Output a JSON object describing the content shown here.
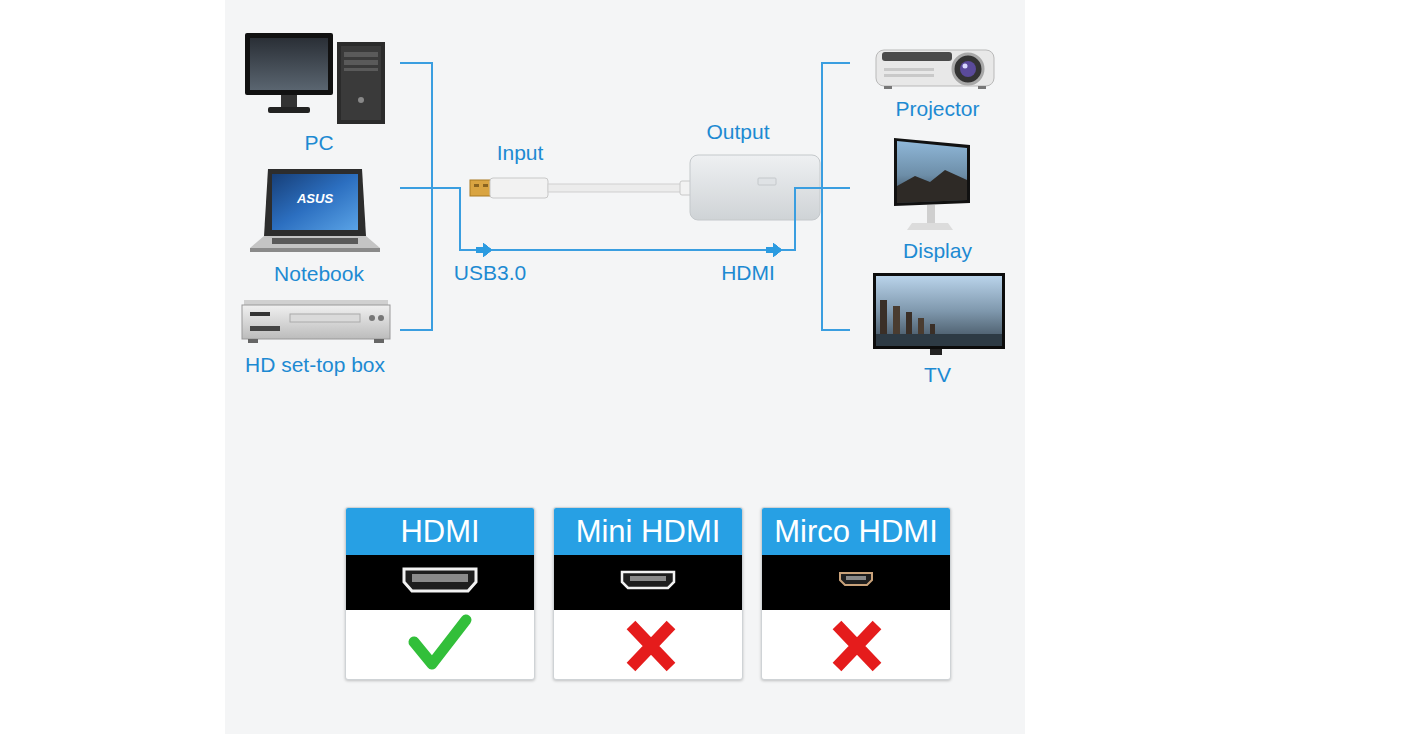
{
  "diagram": {
    "nodes": [
      {
        "text": [
          "PC"
        ]
      },
      {
        "text": [
          "Notebook"
        ]
      },
      {
        "text": [
          "HD set-top box"
        ]
      },
      {
        "text": [
          "Projector"
        ]
      },
      {
        "text": [
          "Display"
        ]
      },
      {
        "text": [
          "TV"
        ]
      },
      {
        "text": [
          "HDMI"
        ]
      },
      {
        "text": [
          "Mini HDMI"
        ]
      },
      {
        "text": [
          "Mirco HDMI"
        ]
      }
    ],
    "edges": [
      {
        "from": 0,
        "to": 3,
        "arrow": "to"
      },
      {
        "from": 0,
        "to": 4,
        "arrow": "to"
      },
      {
        "from": 0,
        "to": 5,
        "arrow": "to"
      },
      {
        "from": 1,
        "to": 3,
        "arrow": "to"
      },
      {
        "from": 1,
        "to": 4,
        "arrow": "to"
      },
      {
        "from": 1,
        "to": 5,
        "arrow": "to"
      },
      {
        "from": 2,
        "to": 3,
        "arrow": "to"
      },
      {
        "from": 2,
        "to": 4,
        "arrow": "to"
      },
      {
        "from": 2,
        "to": 5,
        "arrow": "to"
      }
    ],
    "labels": [
      "ASUS",
      "Input",
      "Output",
      "USB3.0",
      "HDMI"
    ]
  }
}
